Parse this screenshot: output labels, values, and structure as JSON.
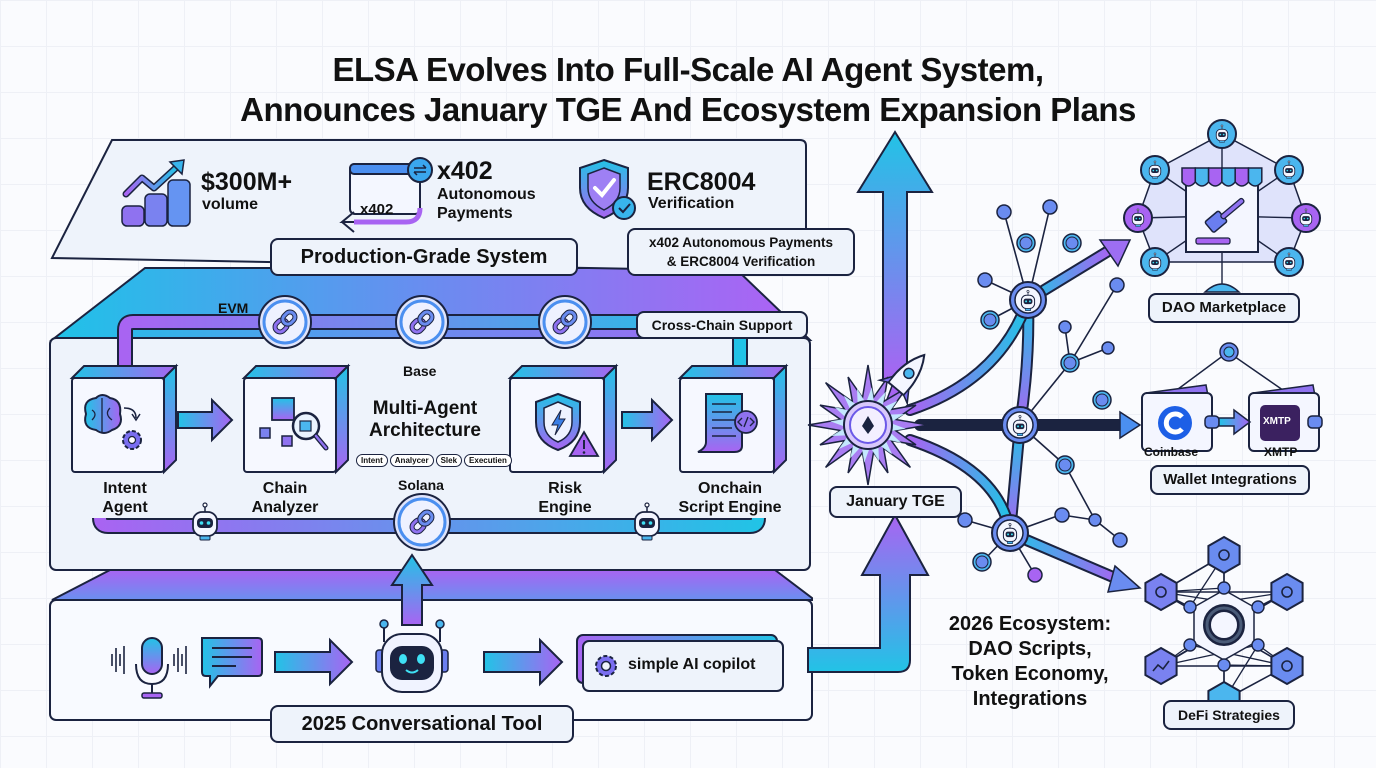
{
  "title": {
    "line1": "ELSA Evolves Into Full-Scale AI Agent System,",
    "line2": "Announces January TGE And Ecosystem Expansion Plans"
  },
  "top_panel": {
    "stat1": {
      "value": "$300M+",
      "label": "volume",
      "icon": "coins-growth-icon"
    },
    "stat2": {
      "value": "x402",
      "label_line1": "Autonomous",
      "label_line2": "Payments",
      "icon_text": "x402",
      "icon": "payment-window-icon"
    },
    "stat3": {
      "value": "ERC8004",
      "label": "Verification",
      "icon": "shield-check-icon"
    },
    "tier_label": "Production-Grade System",
    "callout_line1": "x402 Autonomous Payments",
    "callout_line2": "& ERC8004 Verification"
  },
  "middle_panel": {
    "chains": {
      "evm": "EVM",
      "base": "Base",
      "solana": "Solana"
    },
    "cross_chain_label": "Cross-Chain Support",
    "center_title_line1": "Multi-Agent",
    "center_title_line2": "Architecture",
    "pills": [
      "Intent",
      "Analycer",
      "Slek",
      "Executien"
    ],
    "agents": [
      {
        "line1": "Intent",
        "line2": "Agent",
        "icon": "brain-gear-icon"
      },
      {
        "line1": "Chain",
        "line2": "Analyzer",
        "icon": "cube-magnifier-icon"
      },
      {
        "line1": "Risk",
        "line2": "Engine",
        "icon": "shield-bolt-icon"
      },
      {
        "line1": "Onchain",
        "line2": "Script Engine",
        "icon": "script-code-icon"
      }
    ]
  },
  "bottom_panel": {
    "tier_label": "2025 Conversational Tool",
    "copilot_label": "simple AI copilot"
  },
  "tge": {
    "label": "January TGE"
  },
  "ecosystem": {
    "dao_label": "DAO Marketplace",
    "wallet_label": "Wallet Integrations",
    "wallet1": "Coinbase",
    "wallet2": "XMTP",
    "wallet2_logo": "XMTP",
    "defi_label": "DeFi Strategies",
    "summary_line1": "2026 Ecosystem:",
    "summary_line2": "DAO Scripts,",
    "summary_line3": "Token Economy,",
    "summary_line4": "Integrations"
  },
  "colors": {
    "cyan": "#22c3e6",
    "blue": "#4b8ff0",
    "purple": "#a064f0",
    "outline": "#1b2340",
    "panel": "#eef3fb"
  }
}
